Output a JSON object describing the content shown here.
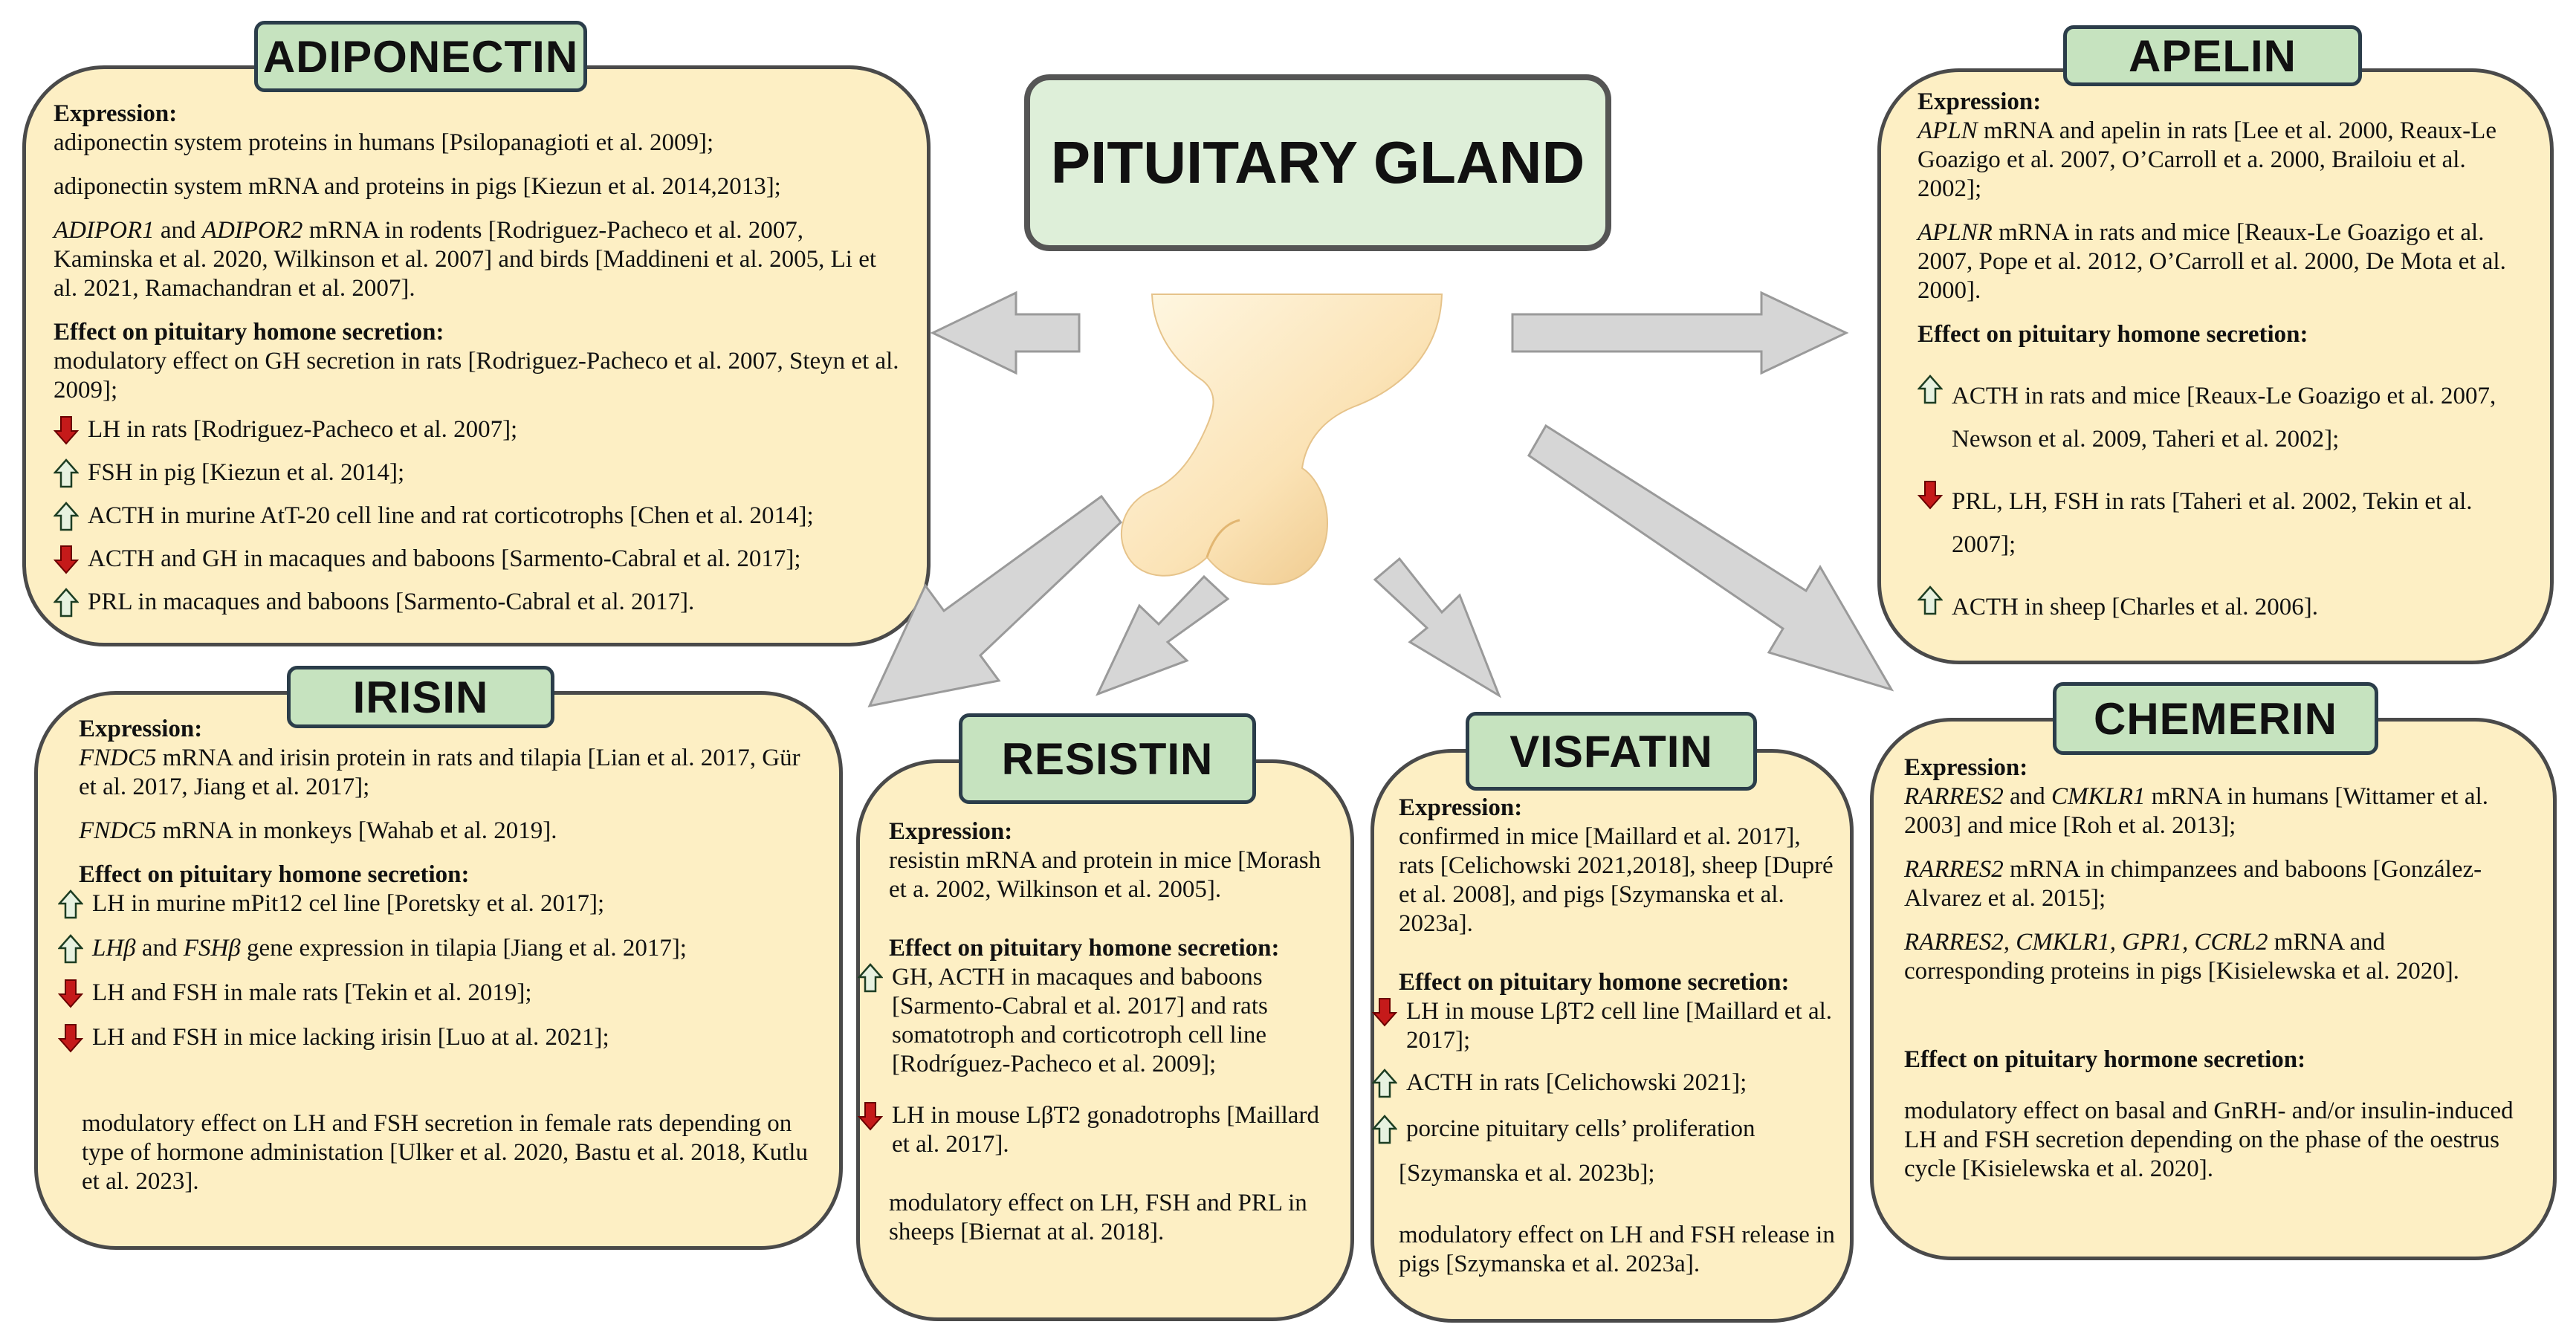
{
  "title": "PITUITARY GLAND",
  "labels": {
    "expression": "Expression:",
    "effect": "Effect on pituitary homone secretion:",
    "effect_alt": "Effect on pituitary hormone secretion:"
  },
  "colors": {
    "panel_fill": "#fdefc4",
    "tag_fill": "#c6e3bf",
    "up_arrow": "#e7f2e0",
    "down_arrow": "#c51a1a",
    "connector": "#d6d6d6"
  },
  "adiponectin": {
    "name": "ADIPONECTIN",
    "expr": [
      "adiponectin system proteins in humans [Psilopanagioti et al. 2009];",
      "adiponectin system mRNA and proteins in pigs [Kiezun et al. 2014,2013];",
      {
        "em": "ADIPOR1",
        "mid": " and ",
        "em2": "ADIPOR2",
        "rest": " mRNA in rodents [Rodriguez-Pacheco et al. 2007, Kaminska et al. 2020, Wilkinson et al. 2007] and birds [Maddineni et al. 2005, Li et al. 2021, Ramachandran et al. 2007]."
      }
    ],
    "effect_text": "modulatory effect on GH secretion in rats [Rodriguez-Pacheco et al. 2007, Steyn et al. 2009];",
    "effects": [
      {
        "dir": "down",
        "text": "LH in rats [Rodriguez-Pacheco et al. 2007];"
      },
      {
        "dir": "up",
        "text": "FSH in pig [Kiezun et al. 2014];"
      },
      {
        "dir": "up",
        "text": "ACTH in murine AtT-20 cell line and rat corticotrophs [Chen et al. 2014];"
      },
      {
        "dir": "down",
        "text": "ACTH and GH in macaques and baboons [Sarmento-Cabral et al. 2017];"
      },
      {
        "dir": "up",
        "text": "PRL in macaques and baboons [Sarmento-Cabral et al. 2017]."
      }
    ]
  },
  "apelin": {
    "name": "APELIN",
    "expr": [
      {
        "em": "APLN",
        "rest": " mRNA and apelin in rats [Lee et al. 2000, Reaux-Le Goazigo et al. 2007, O’Carroll et a. 2000, Brailoiu et al. 2002];"
      },
      {
        "em": "APLNR",
        "rest": " mRNA in rats and mice [Reaux-Le Goazigo et al. 2007, Pope et al. 2012, O’Carroll et al. 2000, De Mota et al. 2000]."
      }
    ],
    "effects": [
      {
        "dir": "up",
        "text": "ACTH in rats and mice [Reaux-Le Goazigo et al. 2007, Newson et al. 2009, Taheri et al. 2002];"
      },
      {
        "dir": "down",
        "text": "PRL, LH, FSH in rats [Taheri et al. 2002, Tekin et al. 2007];"
      },
      {
        "dir": "up",
        "text": "ACTH  in sheep [Charles et al. 2006]."
      }
    ]
  },
  "irisin": {
    "name": "IRISIN",
    "expr": [
      {
        "em": "FNDC5",
        "rest": " mRNA and irisin protein in rats and tilapia [Lian et al. 2017, Gür et al. 2017, Jiang et al. 2017];"
      },
      {
        "em": "FNDC5",
        "rest": " mRNA in monkeys [Wahab et al. 2019]."
      }
    ],
    "effects": [
      {
        "dir": "up",
        "text": "LH in murine mPit12 cel line [Poretsky et al. 2017];"
      },
      {
        "dir": "up",
        "em": "LHβ",
        "mid": " and ",
        "em2": "FSHβ",
        "text": " gene expression in tilapia [Jiang et al. 2017];"
      },
      {
        "dir": "down",
        "text": "LH and FSH in male rats [Tekin et al. 2019];"
      },
      {
        "dir": "down",
        "text": "LH and FSH in mice lacking irisin [Luo at al. 2021];"
      }
    ],
    "note": "modulatory effect on LH and FSH secretion in female rats depending on type of hormone administation [Ulker et al. 2020, Bastu et al. 2018, Kutlu et al. 2023]."
  },
  "resistin": {
    "name": "RESISTIN",
    "expr": "resistin mRNA and protein in mice [Morash et a. 2002, Wilkinson et al. 2005].",
    "effects": [
      {
        "dir": "up",
        "text": "GH, ACTH in macaques and baboons [Sarmento-Cabral et al. 2017] and rats somatotroph and corticotroph cell line [Rodríguez-Pacheco et al. 2009];"
      },
      {
        "dir": "down",
        "text": "LH in mouse LβT2 gonadotrophs [Maillard et al. 2017]."
      }
    ],
    "note": "modulatory effect on LH, FSH and PRL in sheeps [Biernat at al. 2018]."
  },
  "visfatin": {
    "name": "VISFATIN",
    "expr": "confirmed in mice [Maillard et al. 2017], rats [Celichowski 2021,2018], sheep [Dupré et al. 2008], and pigs [Szymanska et al. 2023a].",
    "effects": [
      {
        "dir": "down",
        "text": "LH in mouse LβT2 cell line [Maillard et al. 2017];"
      },
      {
        "dir": "up",
        "text": "ACTH in rats [Celichowski 2021];"
      },
      {
        "dir": "up",
        "text": "porcine pituitary cells’ proliferation"
      }
    ],
    "extra": "[Szymanska et al. 2023b];",
    "note": "modulatory effect on LH and FSH release in pigs [Szymanska et al. 2023a]."
  },
  "chemerin": {
    "name": "CHEMERIN",
    "expr": [
      {
        "em": "RARRES2",
        "mid": " and ",
        "em2": "CMKLR1",
        "rest": " mRNA in humans [Wittamer et al. 2003] and mice [Roh et al. 2013];"
      },
      {
        "em": "RARRES2",
        "rest": " mRNA in chimpanzees and baboons [González-Alvarez et al. 2015];"
      },
      {
        "em": "RARRES2, CMKLR1, GPR1, CCRL2",
        "rest": " mRNA and corresponding proteins in pigs [Kisielewska et al. 2020]."
      }
    ],
    "note": "modulatory effect on basal and GnRH- and/or insulin-induced LH and FSH secretion depending on the phase of the oestrus cycle [Kisielewska et al. 2020]."
  }
}
